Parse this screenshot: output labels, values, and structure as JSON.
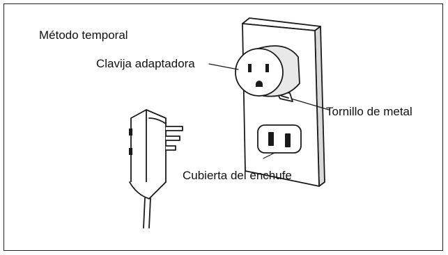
{
  "title": "Método temporal",
  "labels": {
    "adapter_plug": "Clavija adaptadora",
    "metal_screw": "Tornillo de metal",
    "outlet_cover": "Cubierta del enchufe"
  },
  "colors": {
    "line": "#1a1a1a",
    "fill": "#ffffff",
    "slot": "#1a1a1a"
  }
}
